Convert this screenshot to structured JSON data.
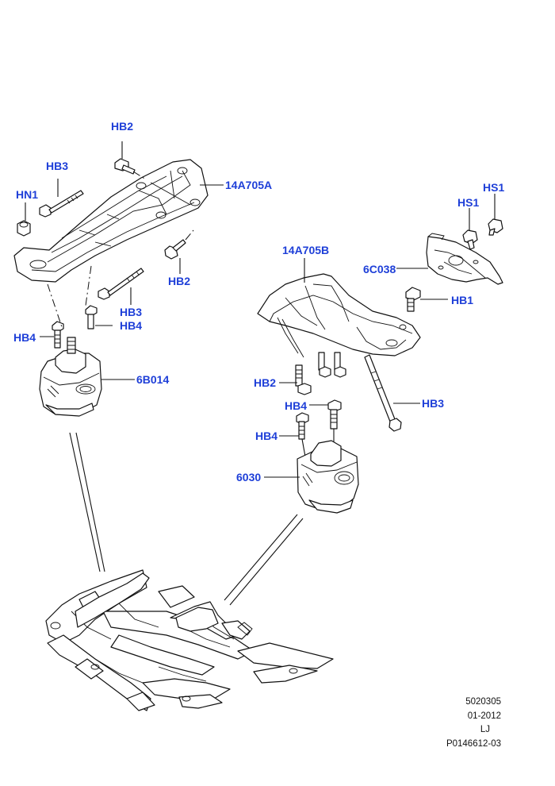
{
  "labels": {
    "hb2_top": "HB2",
    "hb3_top": "HB3",
    "hn1": "HN1",
    "part_14a705a": "14A705A",
    "hb2_mid": "HB2",
    "hb3_mid": "HB3",
    "hb4_a": "HB4",
    "hb4_b": "HB4",
    "part_6b014": "6B014",
    "part_14a705b": "14A705B",
    "hs1_a": "HS1",
    "hs1_b": "HS1",
    "part_6c038": "6C038",
    "hb1": "HB1",
    "hb2_right": "HB2",
    "hb3_right": "HB3",
    "hb4_c": "HB4",
    "hb4_d": "HB4",
    "part_6030": "6030"
  },
  "reference": {
    "code": "5020305",
    "date": "01-2012",
    "initials": "LJ",
    "illustration_id": "P0146612-03"
  },
  "colors": {
    "label": "#1e3fd8",
    "line": "#111111"
  }
}
